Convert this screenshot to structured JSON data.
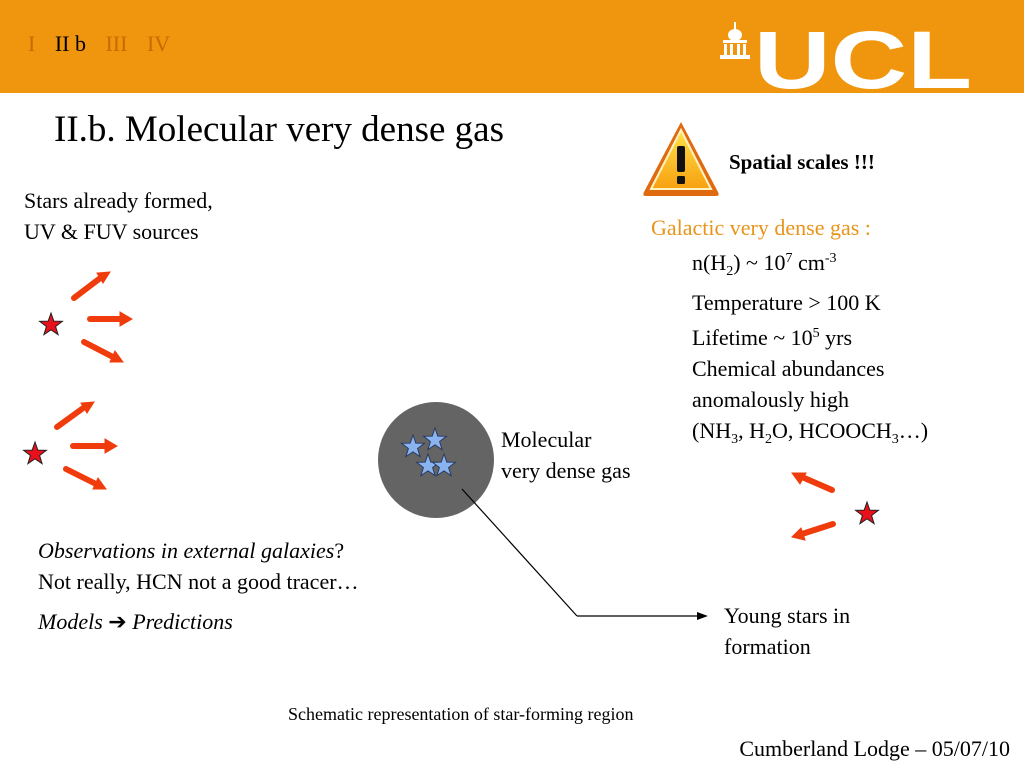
{
  "nav": {
    "items": [
      {
        "label": "I",
        "current": false
      },
      {
        "label": "II b",
        "current": true
      },
      {
        "label": "III",
        "current": false
      },
      {
        "label": "IV",
        "current": false
      }
    ]
  },
  "logo": {
    "text": "UCL",
    "icon": "ucl-portico-icon"
  },
  "slide": {
    "title": "II.b. Molecular very dense gas",
    "left_text": {
      "line1": "Stars already formed,",
      "line2": "UV & FUV sources"
    },
    "warning": {
      "icon": "warning-triangle-icon",
      "label": "Spatial scales !!!"
    },
    "galactic": {
      "heading": "Galactic very dense gas :",
      "density_prefix": "n(H",
      "density_sub": "2",
      "density_mid": ") ~ 10",
      "density_exp": "7",
      "density_unit": " cm",
      "density_unit_exp": "-3",
      "temperature": "Temperature > 100 K",
      "lifetime_prefix": "Lifetime ~ 10",
      "lifetime_exp": "5",
      "lifetime_suffix": " yrs",
      "chem1": "Chemical abundances",
      "chem2": "anomalously  high",
      "mol_open": "(NH",
      "mol_nh3_sub": "3",
      "mol_h2o_pre": ", H",
      "mol_h2o_sub": "2",
      "mol_h2o_post": "O, HCOOCH",
      "mol_hcooch3_sub": "3",
      "mol_close": "…)"
    },
    "cloud_label": {
      "line1": "Molecular",
      "line2": "very dense gas"
    },
    "young_stars": {
      "line1": "Young stars in",
      "line2": "formation"
    },
    "observations": {
      "italic": "Observations in external galaxies",
      "question": "?",
      "line2": "Not really, HCN not a good tracer…",
      "models": "Models",
      "arrow": "➔",
      "predictions": "Predictions"
    },
    "caption": "Schematic representation of star-forming region",
    "footer": "Cumberland Lodge – 05/07/10"
  },
  "colors": {
    "header": "#f0960e",
    "arrow": "#f03c0c",
    "star_red": "#e8101a",
    "star_blue": "#8ab4f0",
    "cloud": "#646464",
    "highlight": "#e8941a"
  }
}
